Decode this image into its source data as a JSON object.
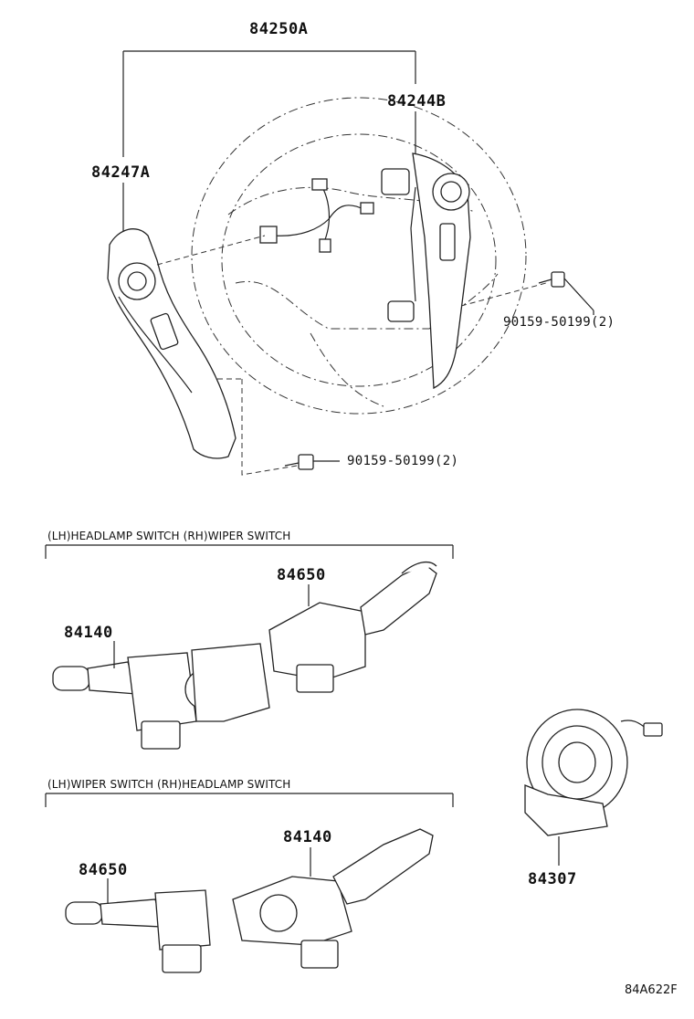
{
  "steering_group": {
    "assembly_label": "84250A",
    "right_pad_label": "84244B",
    "left_pad_label": "84247A",
    "screw_right_label": "90159-50199(2)",
    "screw_bottom_label": "90159-50199(2)"
  },
  "section_top": {
    "title": "(LH)HEADLAMP SWITCH (RH)WIPER SWITCH",
    "part_a": "84140",
    "part_b": "84650"
  },
  "section_bottom": {
    "title": "(LH)WIPER SWITCH (RH)HEADLAMP SWITCH",
    "part_a": "84650",
    "part_b": "84140"
  },
  "spiral_cable_label": "84307",
  "figure_code": "84A622F"
}
